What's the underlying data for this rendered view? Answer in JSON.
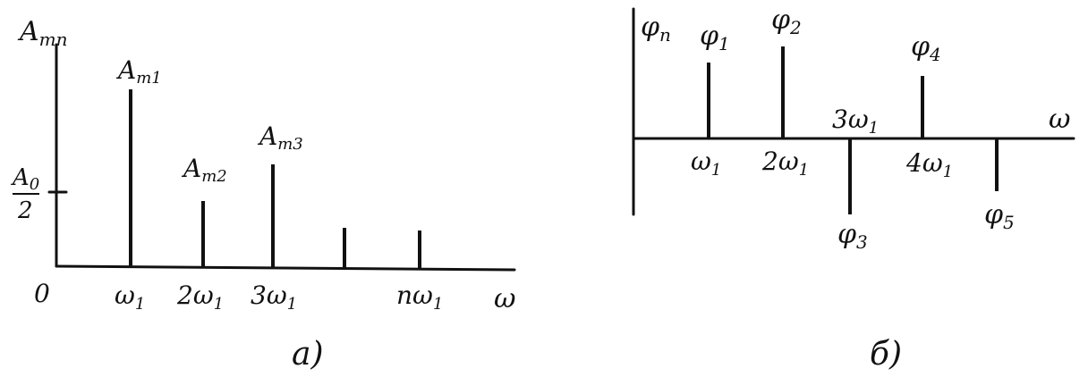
{
  "panel_a": {
    "y_axis_label": "A",
    "y_axis_sub": "mn",
    "origin_label": "0",
    "x_axis_label": "ω",
    "caption": "a)",
    "a0_numerator": "A",
    "a0_sub": "0",
    "a0_denominator": "2",
    "lines": [
      {
        "label": "A",
        "sub": "m1",
        "tick": "ω",
        "tick_sub": "1",
        "tick_prefix": ""
      },
      {
        "label": "A",
        "sub": "m2",
        "tick": "ω",
        "tick_sub": "1",
        "tick_prefix": "2"
      },
      {
        "label": "A",
        "sub": "m3",
        "tick": "ω",
        "tick_sub": "1",
        "tick_prefix": "3"
      },
      {
        "label": "",
        "sub": "",
        "tick": "",
        "tick_sub": "",
        "tick_prefix": ""
      },
      {
        "label": "",
        "sub": "",
        "tick": "ω",
        "tick_sub": "1",
        "tick_prefix": "n"
      }
    ]
  },
  "panel_b": {
    "y_axis_label": "φ",
    "y_axis_sub": "n",
    "x_axis_label": "ω",
    "caption": "б)",
    "lines": [
      {
        "label": "φ",
        "sub": "1",
        "tick": "ω",
        "tick_sub": "1",
        "tick_prefix": ""
      },
      {
        "label": "φ",
        "sub": "2",
        "tick": "ω",
        "tick_sub": "1",
        "tick_prefix": "2"
      },
      {
        "label": "φ",
        "sub": "3",
        "tick": "ω",
        "tick_sub": "1",
        "tick_prefix": "3"
      },
      {
        "label": "φ",
        "sub": "4",
        "tick": "ω",
        "tick_sub": "1",
        "tick_prefix": "4"
      },
      {
        "label": "φ",
        "sub": "5",
        "tick": "",
        "tick_sub": "",
        "tick_prefix": ""
      }
    ]
  }
}
